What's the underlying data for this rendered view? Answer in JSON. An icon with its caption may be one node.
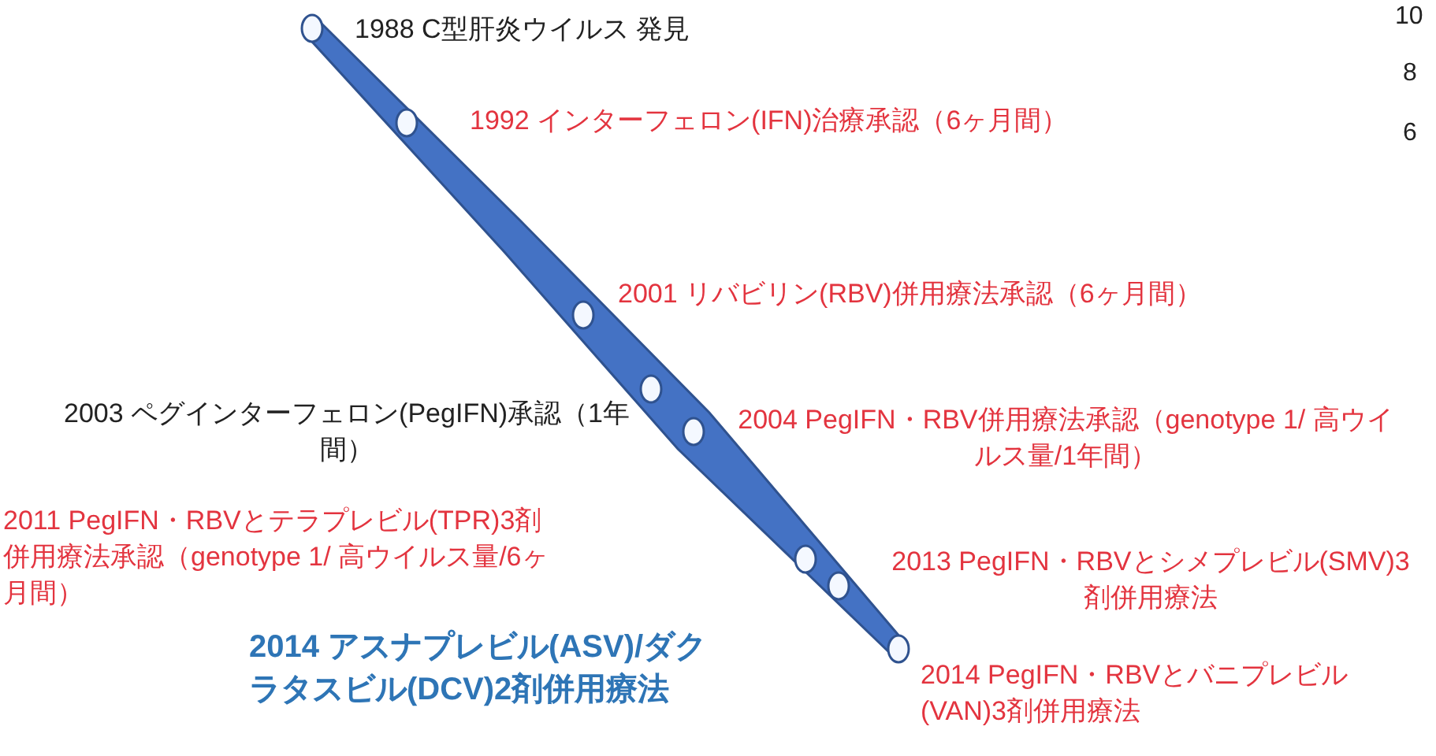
{
  "diagram": {
    "labels": [
      "1988 C型肝炎ウイルス 発見",
      "1992 インターフェロン(IFN)治療承認（6ヶ月間）",
      "2001 リバビリン(RBV)併用療法承認（6ヶ月間）",
      "2003 ペグインターフェロン(PegIFN)承認（1年間）",
      "2004 PegIFN・RBV併用療法承認（genotype 1/ 高ウイルス量/1年間）",
      "2011 PegIFN・RBVとテラプレビル(TPR)3剤併用療法承認（genotype 1/ 高ウイルス量/6ヶ月間）",
      "2013 PegIFN・RBVとシメプレビル(SMV)3剤併用療法",
      "2014 アスナプレビル(ASV)/ダクラタスビル(DCV)2剤併用療法",
      "2014 PegIFN・RBVとバニプレビル(VAN)3剤併用療法",
      "10",
      "8",
      "6"
    ]
  }
}
